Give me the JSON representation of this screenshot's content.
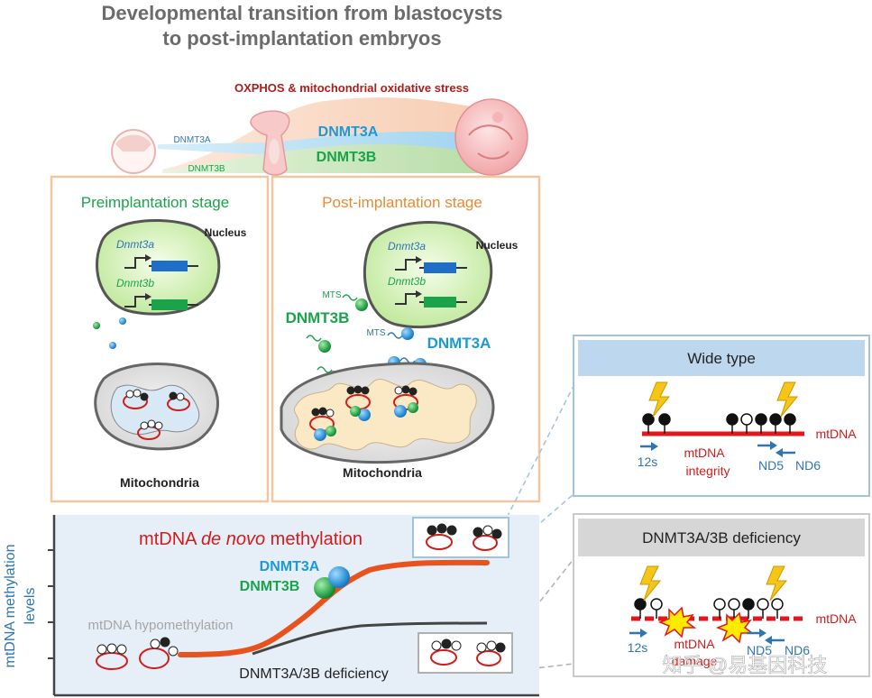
{
  "title": {
    "line1": "Developmental transition from blastocysts",
    "line2": "to post-implantation embryos"
  },
  "timeline": {
    "oxphos_label": "OXPHOS & mitochondrial oxidative stress",
    "dnmt3a_small": "DNMT3A",
    "dnmt3b_small": "DNMT3B",
    "dnmt3a_big": "DNMT3A",
    "dnmt3b_big": "DNMT3B"
  },
  "pre_panel": {
    "title": "Preimplantation stage",
    "nucleus": "Nucleus",
    "gene_a": "Dnmt3a",
    "gene_b": "Dnmt3b",
    "mito": "Mitochondria"
  },
  "post_panel": {
    "title": "Post-implantation stage",
    "nucleus": "Nucleus",
    "gene_a": "Dnmt3a",
    "gene_b": "Dnmt3b",
    "mts1": "MTS",
    "mts2": "MTS",
    "dnmt3b": "DNMT3B",
    "dnmt3a": "DNMT3A",
    "mito": "Mitochondria"
  },
  "wild_type": {
    "title": "Wide type",
    "mtdna": "mtDNA",
    "primer_12s": "12s",
    "integrity1": "mtDNA",
    "integrity2": "integrity",
    "nd5": "ND5",
    "nd6": "ND6"
  },
  "deficiency": {
    "title": "DNMT3A/3B deficiency",
    "mtdna": "mtDNA",
    "primer_12s": "12s",
    "damage1": "mtDNA",
    "damage2": "damage",
    "nd5": "ND5",
    "nd6": "ND6"
  },
  "graph": {
    "ylabel1": "mtDNA methylation",
    "ylabel2": "levels",
    "denovo_pre": "mtDNA ",
    "denovo_it": "de novo",
    "denovo_post": " methylation",
    "dnmt3a": "DNMT3A",
    "dnmt3b": "DNMT3B",
    "hypo": "mtDNA hypomethylation",
    "deficiency": "DNMT3A/3B deficiency"
  },
  "watermark": "知乎 @易基因科技",
  "colors": {
    "red": "#d21c1c",
    "blue": "#2e75b6",
    "dnmt3a_blue": "#1b9ad6",
    "dnmt3b_green": "#1aa34a",
    "orange_frame": "#f2c7a0",
    "panel_blue_bg": "#e6eef7",
    "nucleus_green": "#d2f0b4"
  }
}
